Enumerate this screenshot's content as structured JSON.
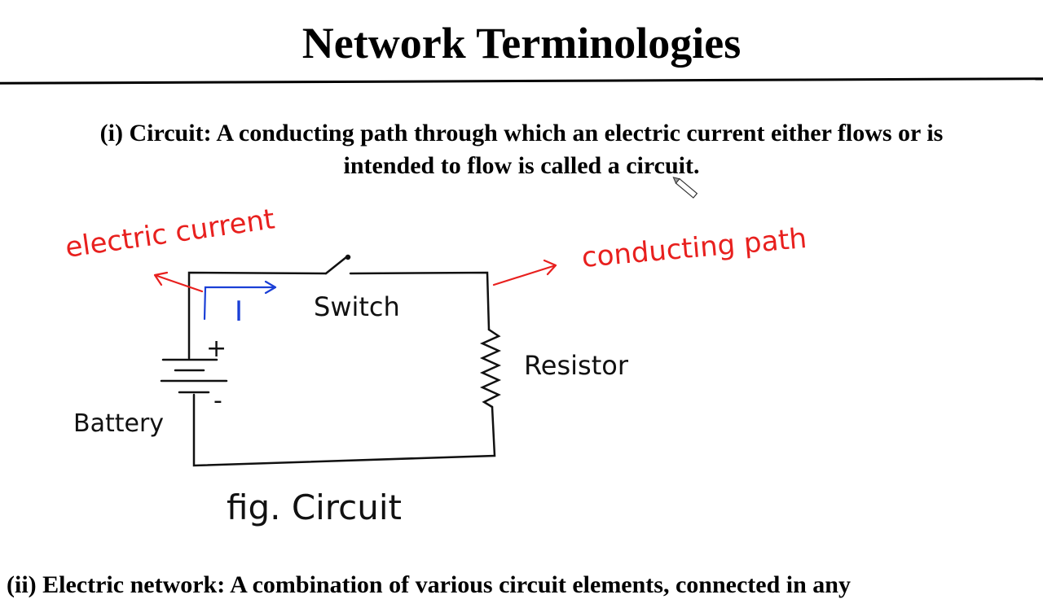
{
  "slide": {
    "title": "Network Terminologies",
    "definition_line1": "(i) Circuit: A conducting path through which an electric current either flows or is",
    "definition_line2": "intended to flow is called a circuit.",
    "next_definition": "(ii) Electric network: A combination of various circuit elements, connected in any"
  },
  "annotations": {
    "electric_current": "electric current",
    "conducting_path": "conducting path",
    "current_symbol": "I",
    "switch": "Switch",
    "resistor": "Resistor",
    "battery": "Battery",
    "plus": "+",
    "minus": "-",
    "caption": "fig. Circuit"
  },
  "colors": {
    "red": "#e8201e",
    "blue": "#1a3fd6",
    "ink": "#111111"
  }
}
